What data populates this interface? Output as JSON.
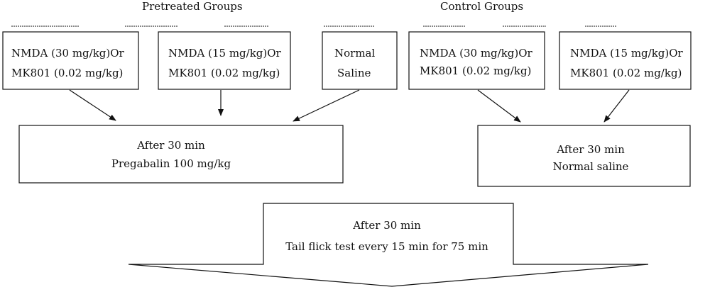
{
  "headers": {
    "pretreated": "Pretreated Groups",
    "control": "Control Groups",
    "separator": "---------------------"
  },
  "boxes": {
    "pre_nmda30": {
      "line1": "NMDA (30 mg/kg)Or",
      "line2": "MK801 (0.02 mg/kg)"
    },
    "pre_nmda15": {
      "line1": "NMDA (15 mg/kg)Or",
      "line2": "MK801 (0.02 mg/kg)"
    },
    "pre_saline": {
      "line1": "Normal",
      "line2": "Saline"
    },
    "ctrl_nmda30": {
      "line1": "NMDA (30 mg/kg)Or",
      "line2": "MK801 (0.02 mg/kg)"
    },
    "ctrl_nmda15": {
      "line1": "NMDA (15 mg/kg)Or",
      "line2": "MK801 (0.02 mg/kg)"
    },
    "pregabalin": {
      "line1": "After 30 min",
      "line2": "Pregabalin 100 mg/kg"
    },
    "ctrl_saline": {
      "line1": "After 30 min",
      "line2": "Normal saline"
    },
    "final": {
      "line1": "After 30 min",
      "line2": "Tail flick test every 15 min for 75 min"
    }
  }
}
